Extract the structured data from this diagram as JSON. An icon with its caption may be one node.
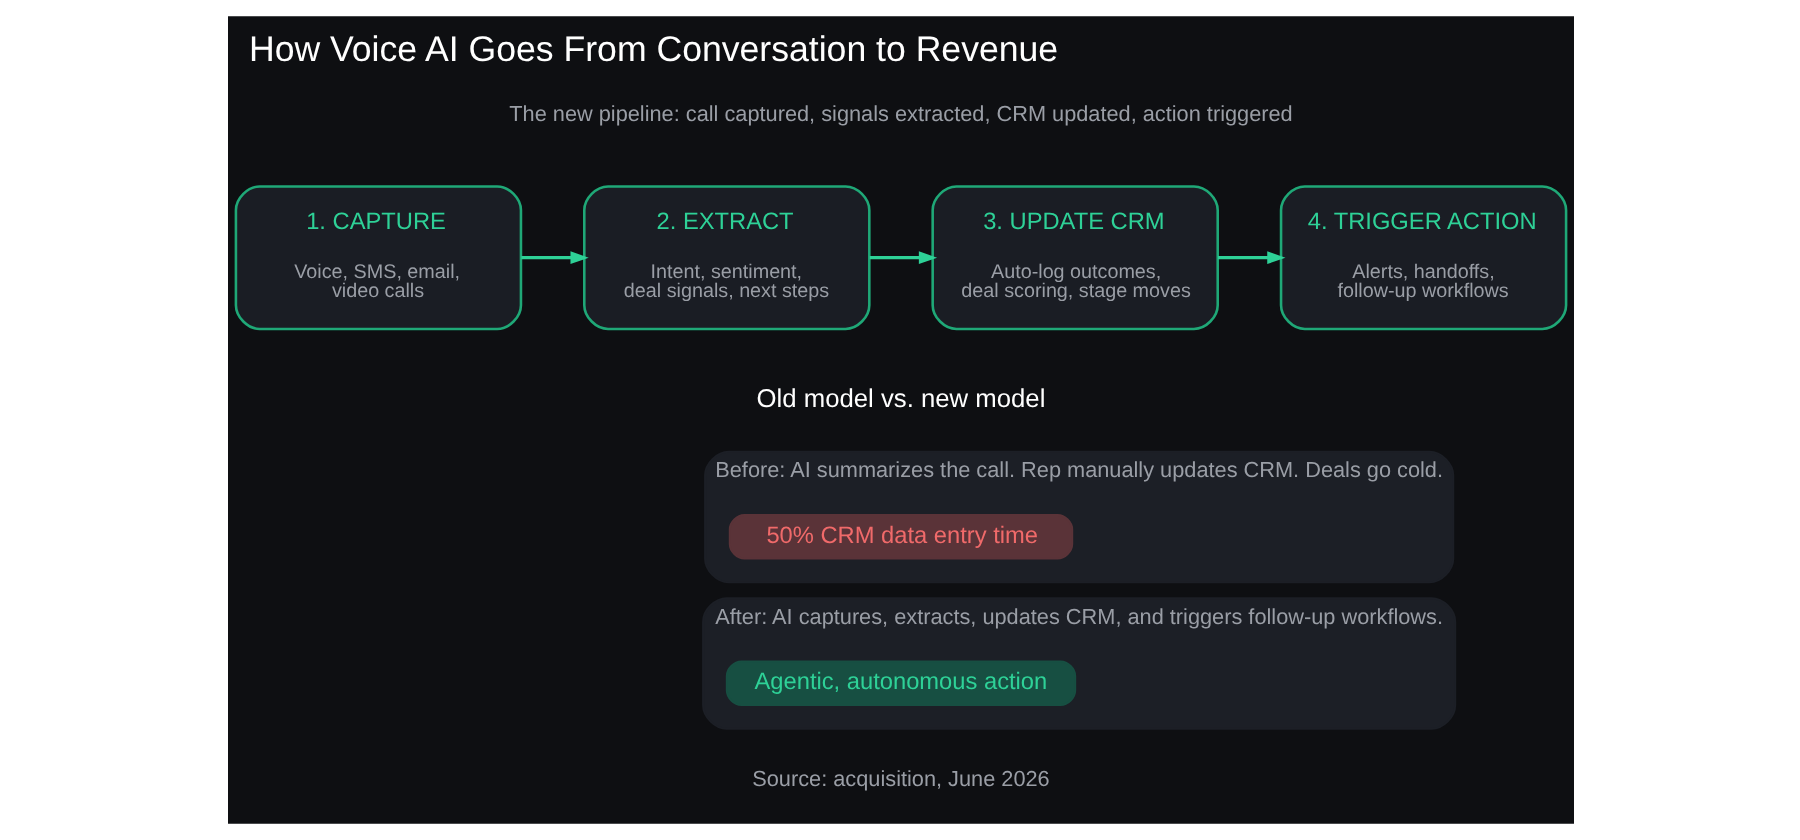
{
  "diagram": {
    "title": "How Voice AI Goes From Conversation to Revenue",
    "nodes": [
      {
        "text": [
          "1. CAPTURE",
          "Voice, SMS, email, video calls"
        ]
      },
      {
        "text": [
          "2. EXTRACT",
          "Intent, sentiment, deal signals, next steps"
        ]
      },
      {
        "text": [
          "3. UPDATE CRM",
          "Auto-log outcomes, deal scoring, stage moves"
        ]
      },
      {
        "text": [
          "4. TRIGGER ACTION",
          "Alerts, handoffs, follow-up workflows"
        ]
      },
      {
        "text": [
          "Before: AI summarizes the call. Rep manually updates CRM. Deals go cold."
        ]
      },
      {
        "text": [
          "50% CRM data entry time"
        ],
        "in": 4
      },
      {
        "text": [
          "After: AI captures, extracts, updates CRM, and triggers follow-up workflows."
        ]
      },
      {
        "text": [
          "Agentic, autonomous action"
        ],
        "in": 6
      }
    ],
    "edges": [
      {
        "from": 0,
        "to": 1,
        "arrow": "to"
      },
      {
        "from": 1,
        "to": 2,
        "arrow": "to"
      },
      {
        "from": 2,
        "to": 3,
        "arrow": "to"
      }
    ],
    "labels": [
      "The new pipeline: call captured, signals extracted, CRM updated, action triggered",
      "Old model vs. new model",
      "Source: acquisition, June 2026"
    ]
  }
}
